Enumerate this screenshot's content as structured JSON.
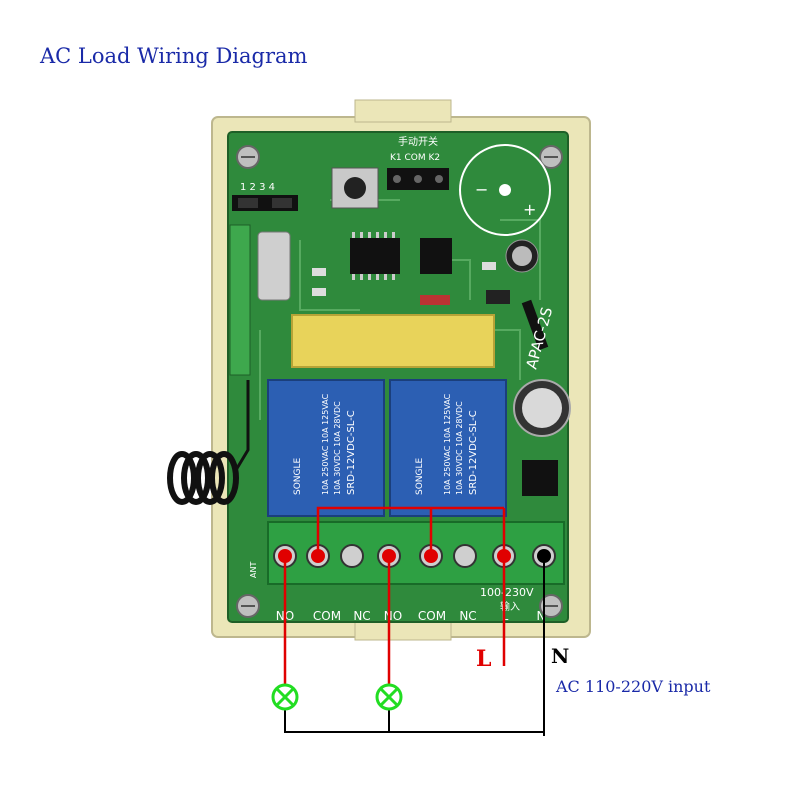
{
  "title": "AC Load Wiring Diagram",
  "board": {
    "model": "APAC-2S",
    "buzzer_minus": "−",
    "buzzer_plus": "+",
    "silk_chinese": "手动开关",
    "silk_keys": "K1 COM K2",
    "jumper_numbers": "1 2 3 4",
    "voltage_range": "100-230V",
    "input_mark": "输入",
    "ant_label": "ANT"
  },
  "relays": [
    {
      "brand": "SONGLE",
      "model": "SRD-12VDC-SL-C",
      "rating1": "10A 250VAC  10A 125VAC",
      "rating2": "10A 30VDC  10A 28VDC"
    },
    {
      "brand": "SONGLE",
      "model": "SRD-12VDC-SL-C",
      "rating1": "10A 250VAC  10A 125VAC",
      "rating2": "10A 30VDC  10A 28VDC"
    }
  ],
  "terminals": [
    "NO",
    "COM",
    "NC",
    "NO",
    "COM",
    "NC",
    "L",
    "N"
  ],
  "labels": {
    "L": "L",
    "N": "N",
    "input": "AC 110-220V input"
  },
  "colors": {
    "title": "#1a2aa8",
    "pcb": "#2f8a3c",
    "relay": "#2c5fb3",
    "wire_red": "#e00000",
    "wire_black": "#000000",
    "lamp": "#22dd22",
    "input_text": "#1a2aa8"
  },
  "icons": [
    "lamp-icon",
    "lamp-icon",
    "screw-hole-icon",
    "antenna-coil-icon"
  ]
}
